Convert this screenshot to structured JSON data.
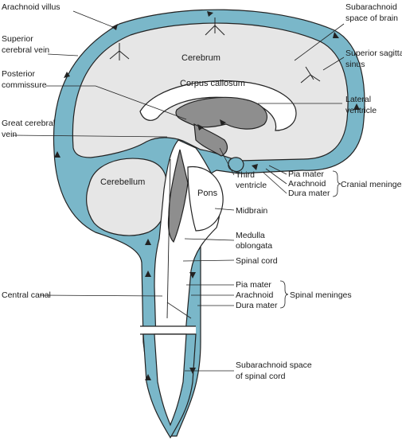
{
  "colors": {
    "csf": "#7ab7c9",
    "brain": "#e6e6e6",
    "ventricle": "#8e8e8e",
    "outline": "#222222",
    "white": "#ffffff"
  },
  "labels": {
    "arachnoid_villus": "Arachnoid villus",
    "superior_cerebral_vein_1": "Superior",
    "superior_cerebral_vein_2": "cerebral vein",
    "posterior_commissure_1": "Posterior",
    "posterior_commissure_2": "commissure",
    "great_cerebral_vein_1": "Great cerebral",
    "great_cerebral_vein_2": "vein",
    "central_canal": "Central canal",
    "subarachnoid_brain_1": "Subarachnoid",
    "subarachnoid_brain_2": "space of brain",
    "superior_sagittal_sinus_1": "Superior sagittal",
    "superior_sagittal_sinus_2": "sinus",
    "lateral_ventricle_1": "Lateral",
    "lateral_ventricle_2": "ventricle",
    "cranial_pia": "Pia mater",
    "cranial_arachnoid": "Arachnoid",
    "cranial_dura": "Dura mater",
    "cranial_meninges": "Cranial meninges",
    "third_ventricle_1": "Third",
    "third_ventricle_2": "ventricle",
    "midbrain": "Midbrain",
    "medulla_1": "Medulla",
    "medulla_2": "oblongata",
    "spinal_cord": "Spinal cord",
    "spinal_pia": "Pia mater",
    "spinal_arachnoid": "Arachnoid",
    "spinal_dura": "Dura mater",
    "spinal_meninges": "Spinal meninges",
    "subarachnoid_spinal_1": "Subarachnoid space",
    "subarachnoid_spinal_2": "of spinal cord",
    "cerebrum": "Cerebrum",
    "corpus_callosum": "Corpus callosum",
    "cerebellum": "Cerebellum",
    "pons": "Pons"
  }
}
